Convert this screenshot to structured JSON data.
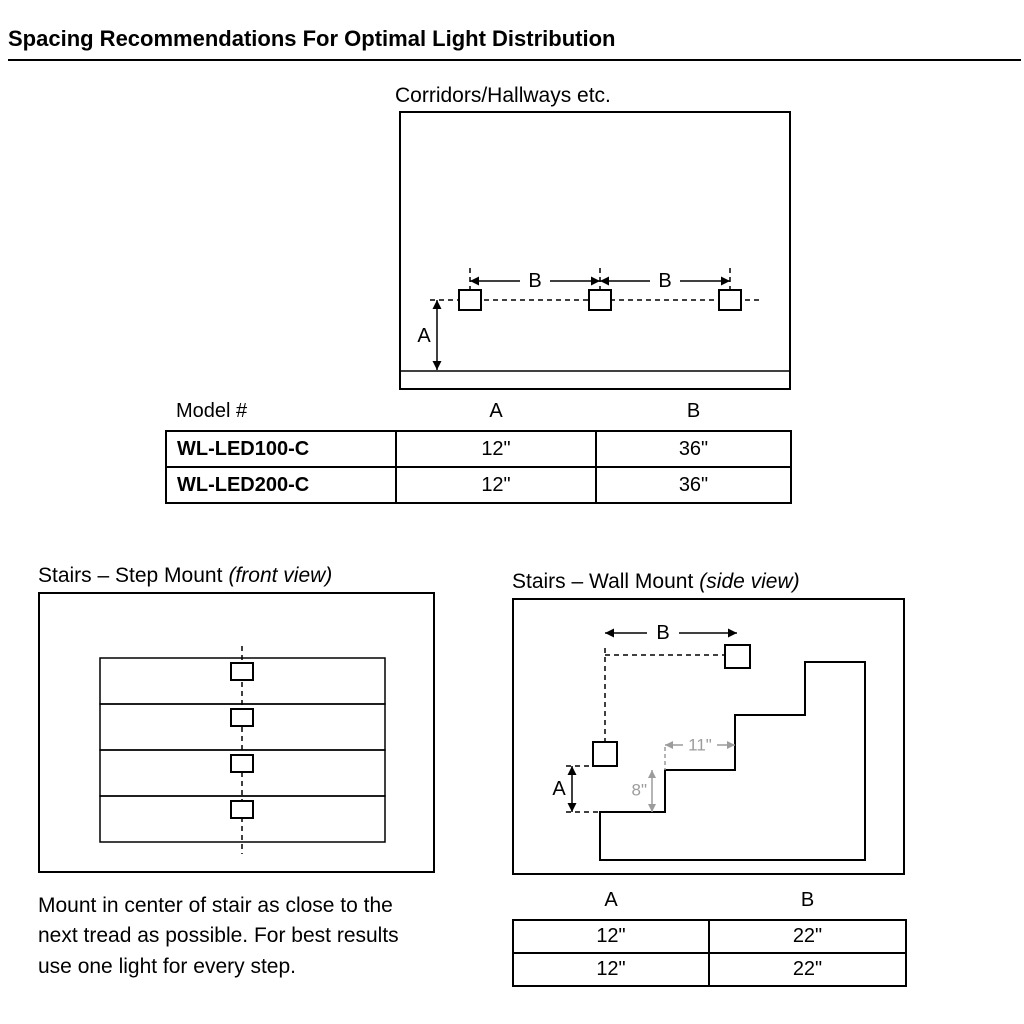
{
  "page": {
    "title": "Spacing Recommendations For Optimal Light Distribution"
  },
  "corridor": {
    "title": "Corridors/Hallways etc.",
    "dims": {
      "a": "A",
      "b1": "B",
      "b2": "B"
    },
    "table": {
      "headers": [
        "Model #",
        "A",
        "B"
      ],
      "rows": [
        {
          "model": "WL-LED100-C",
          "a": "12\"",
          "b": "36\""
        },
        {
          "model": "WL-LED200-C",
          "a": "12\"",
          "b": "36\""
        }
      ]
    }
  },
  "step_mount": {
    "title": "Stairs – Step Mount",
    "view": "(front view)",
    "note": "Mount in center of stair as close to the next tread as possible. For best results use one light for every step."
  },
  "wall_mount": {
    "title": "Stairs – Wall Mount",
    "view": "(side view)",
    "dims": {
      "a": "A",
      "b": "B",
      "tread": "11\"",
      "riser": "8\""
    },
    "table": {
      "headers": [
        "A",
        "B"
      ],
      "rows": [
        {
          "a": "12\"",
          "b": "22\""
        },
        {
          "a": "12\"",
          "b": "22\""
        }
      ]
    }
  },
  "colors": {
    "ink": "#000000",
    "dim_gray": "#9c9c9c"
  }
}
